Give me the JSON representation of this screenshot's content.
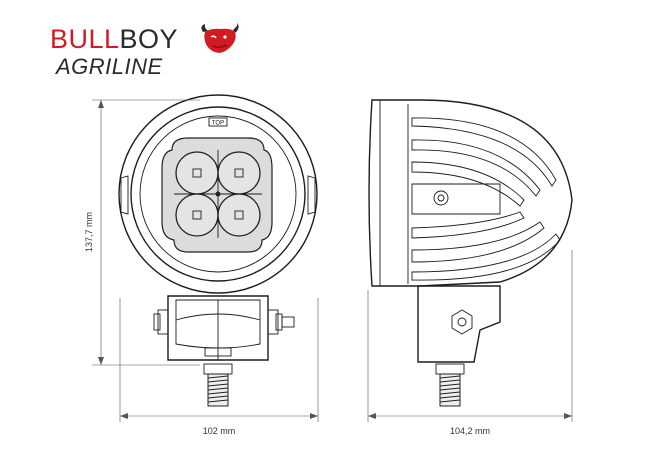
{
  "brand": {
    "name_part1": "BULL",
    "name_part2": "BOY",
    "subline": "AGRILINE",
    "logo_icon": "bull-head-icon",
    "colors": {
      "red": "#d11a22",
      "dark": "#2a2a2a"
    }
  },
  "dimensions": {
    "height": "137,7 mm",
    "front_width": "102 mm",
    "side_depth": "104,2 mm"
  },
  "front_view": {
    "top_mark": "TOP"
  }
}
